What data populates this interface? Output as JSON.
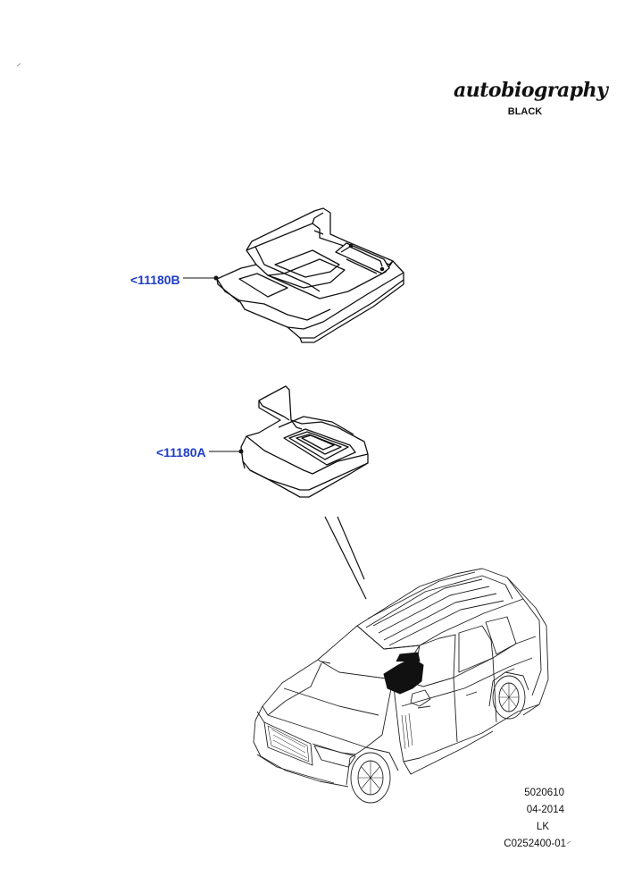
{
  "branding": {
    "script_text": "autobiography",
    "sub_text": "BLACK"
  },
  "callouts": {
    "part_b": "<11180B",
    "part_a": "<11180A"
  },
  "reference": {
    "line1": "5020610",
    "line2": "04-2014",
    "line3": "LK",
    "line4": "C0252400-01"
  },
  "colors": {
    "callout": "#1e3cc8",
    "line": "#111111"
  }
}
